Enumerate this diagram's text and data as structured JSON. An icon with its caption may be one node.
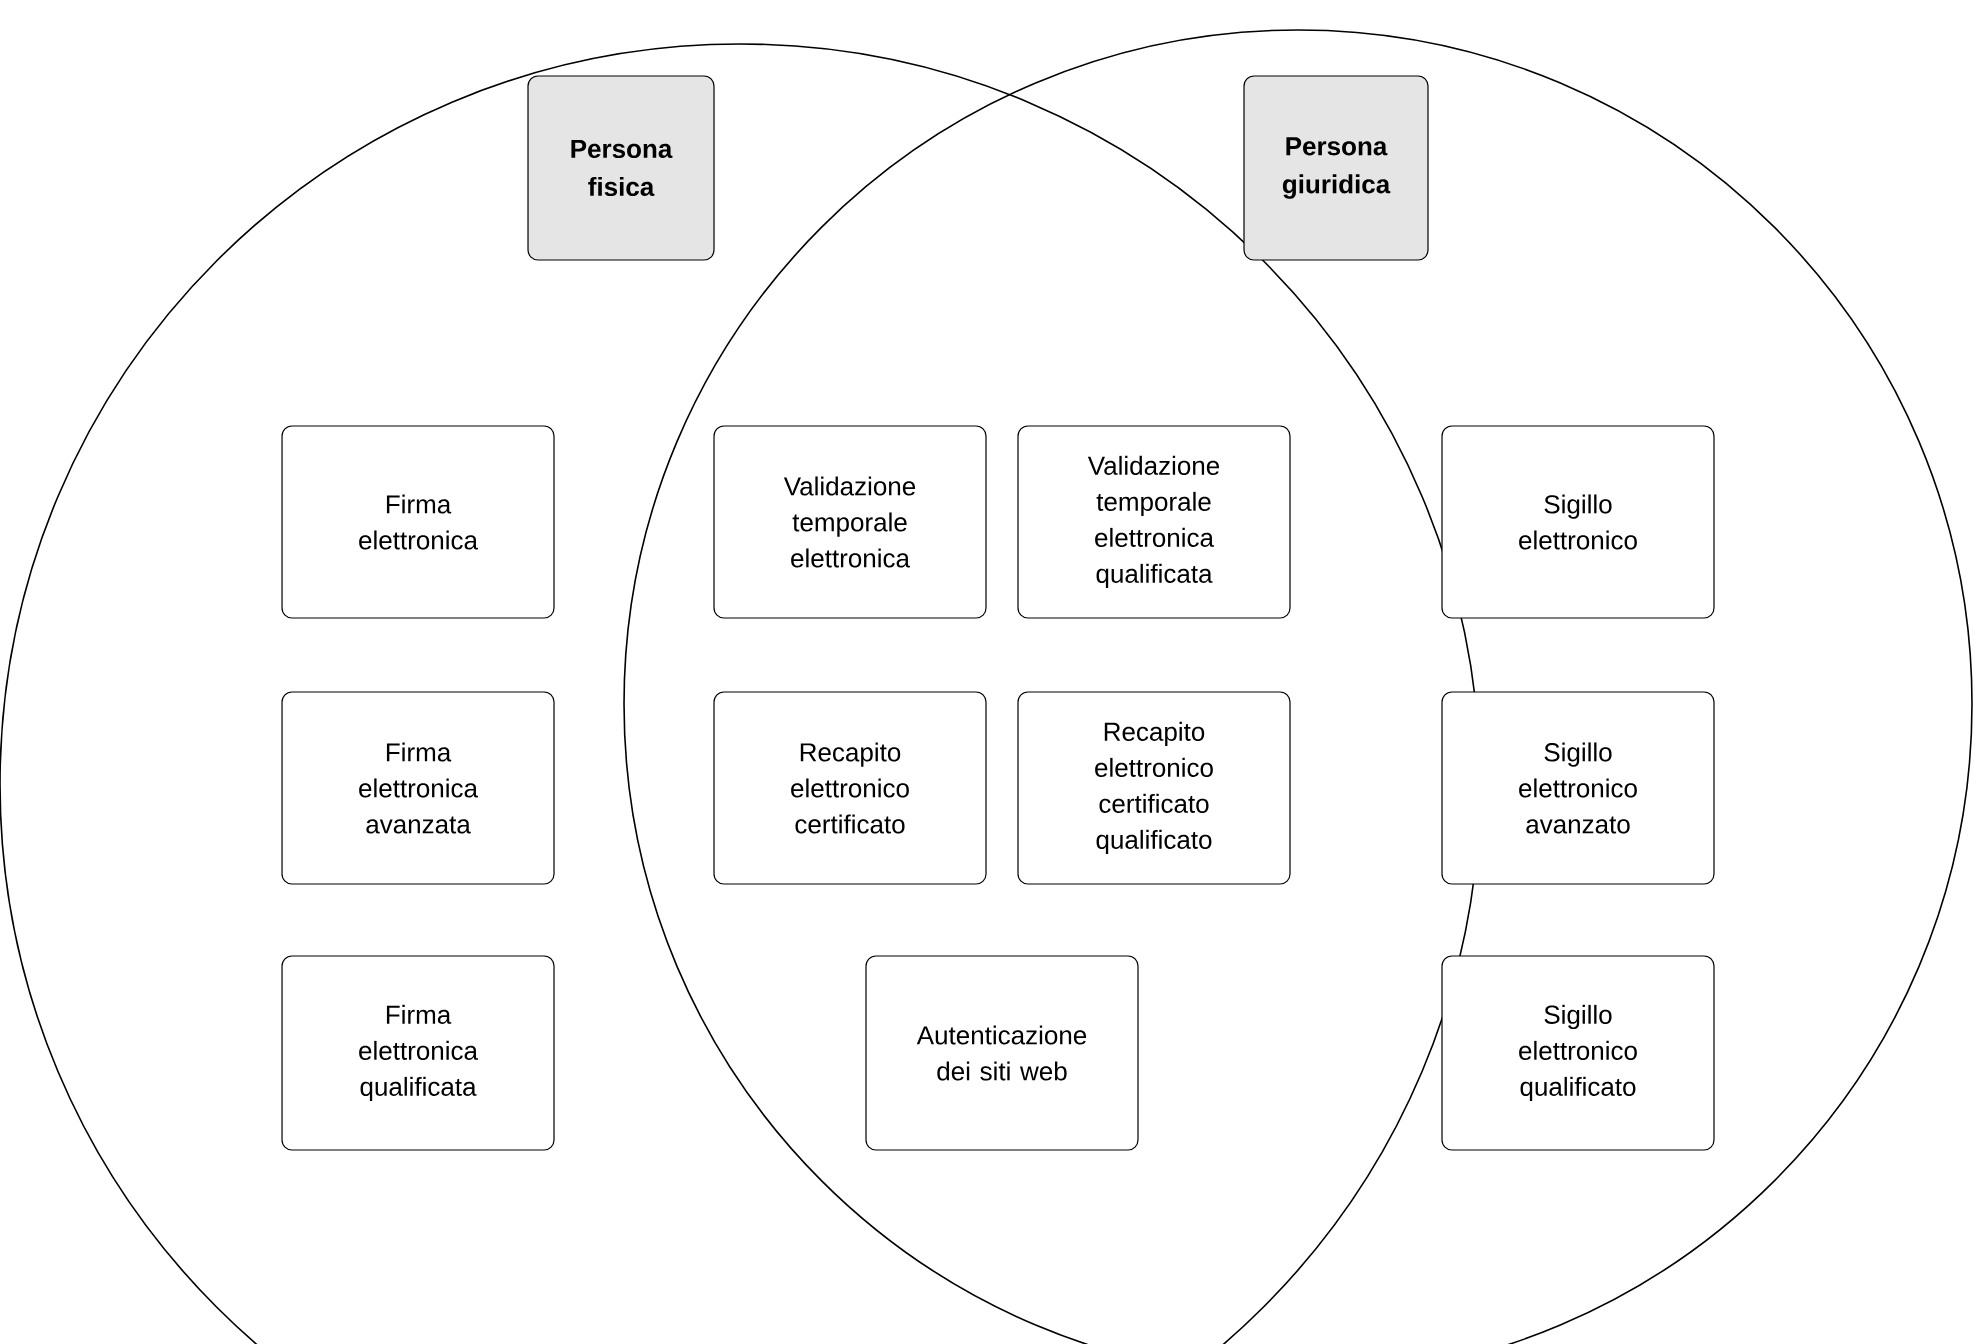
{
  "diagram": {
    "nodes": [
      {
        "text": [],
        "shape": "circle"
      },
      {
        "text": [],
        "shape": "circle"
      },
      {
        "text": [
          "Persona fisica"
        ],
        "in": 0
      },
      {
        "text": [
          "Persona giuridica"
        ],
        "in": 1
      },
      {
        "text": [
          "Firma elettronica"
        ],
        "in": 0
      },
      {
        "text": [
          "Validazione temporale elettronica"
        ]
      },
      {
        "text": [
          "Validazione temporale elettronica qualificata"
        ]
      },
      {
        "text": [
          "Sigillo elettronico"
        ],
        "in": 1
      },
      {
        "text": [
          "Firma elettronica avanzata"
        ],
        "in": 0
      },
      {
        "text": [
          "Recapito elettronico certificato"
        ]
      },
      {
        "text": [
          "Recapito elettronico certificato qualificato"
        ]
      },
      {
        "text": [
          "Sigillo elettronico avanzato"
        ],
        "in": 1
      },
      {
        "text": [
          "Firma elettronica qualificata"
        ],
        "in": 0
      },
      {
        "text": [
          "Autenticazione dei siti web"
        ]
      },
      {
        "text": [
          "Sigillo elettronico qualificato"
        ],
        "in": 1
      }
    ]
  }
}
